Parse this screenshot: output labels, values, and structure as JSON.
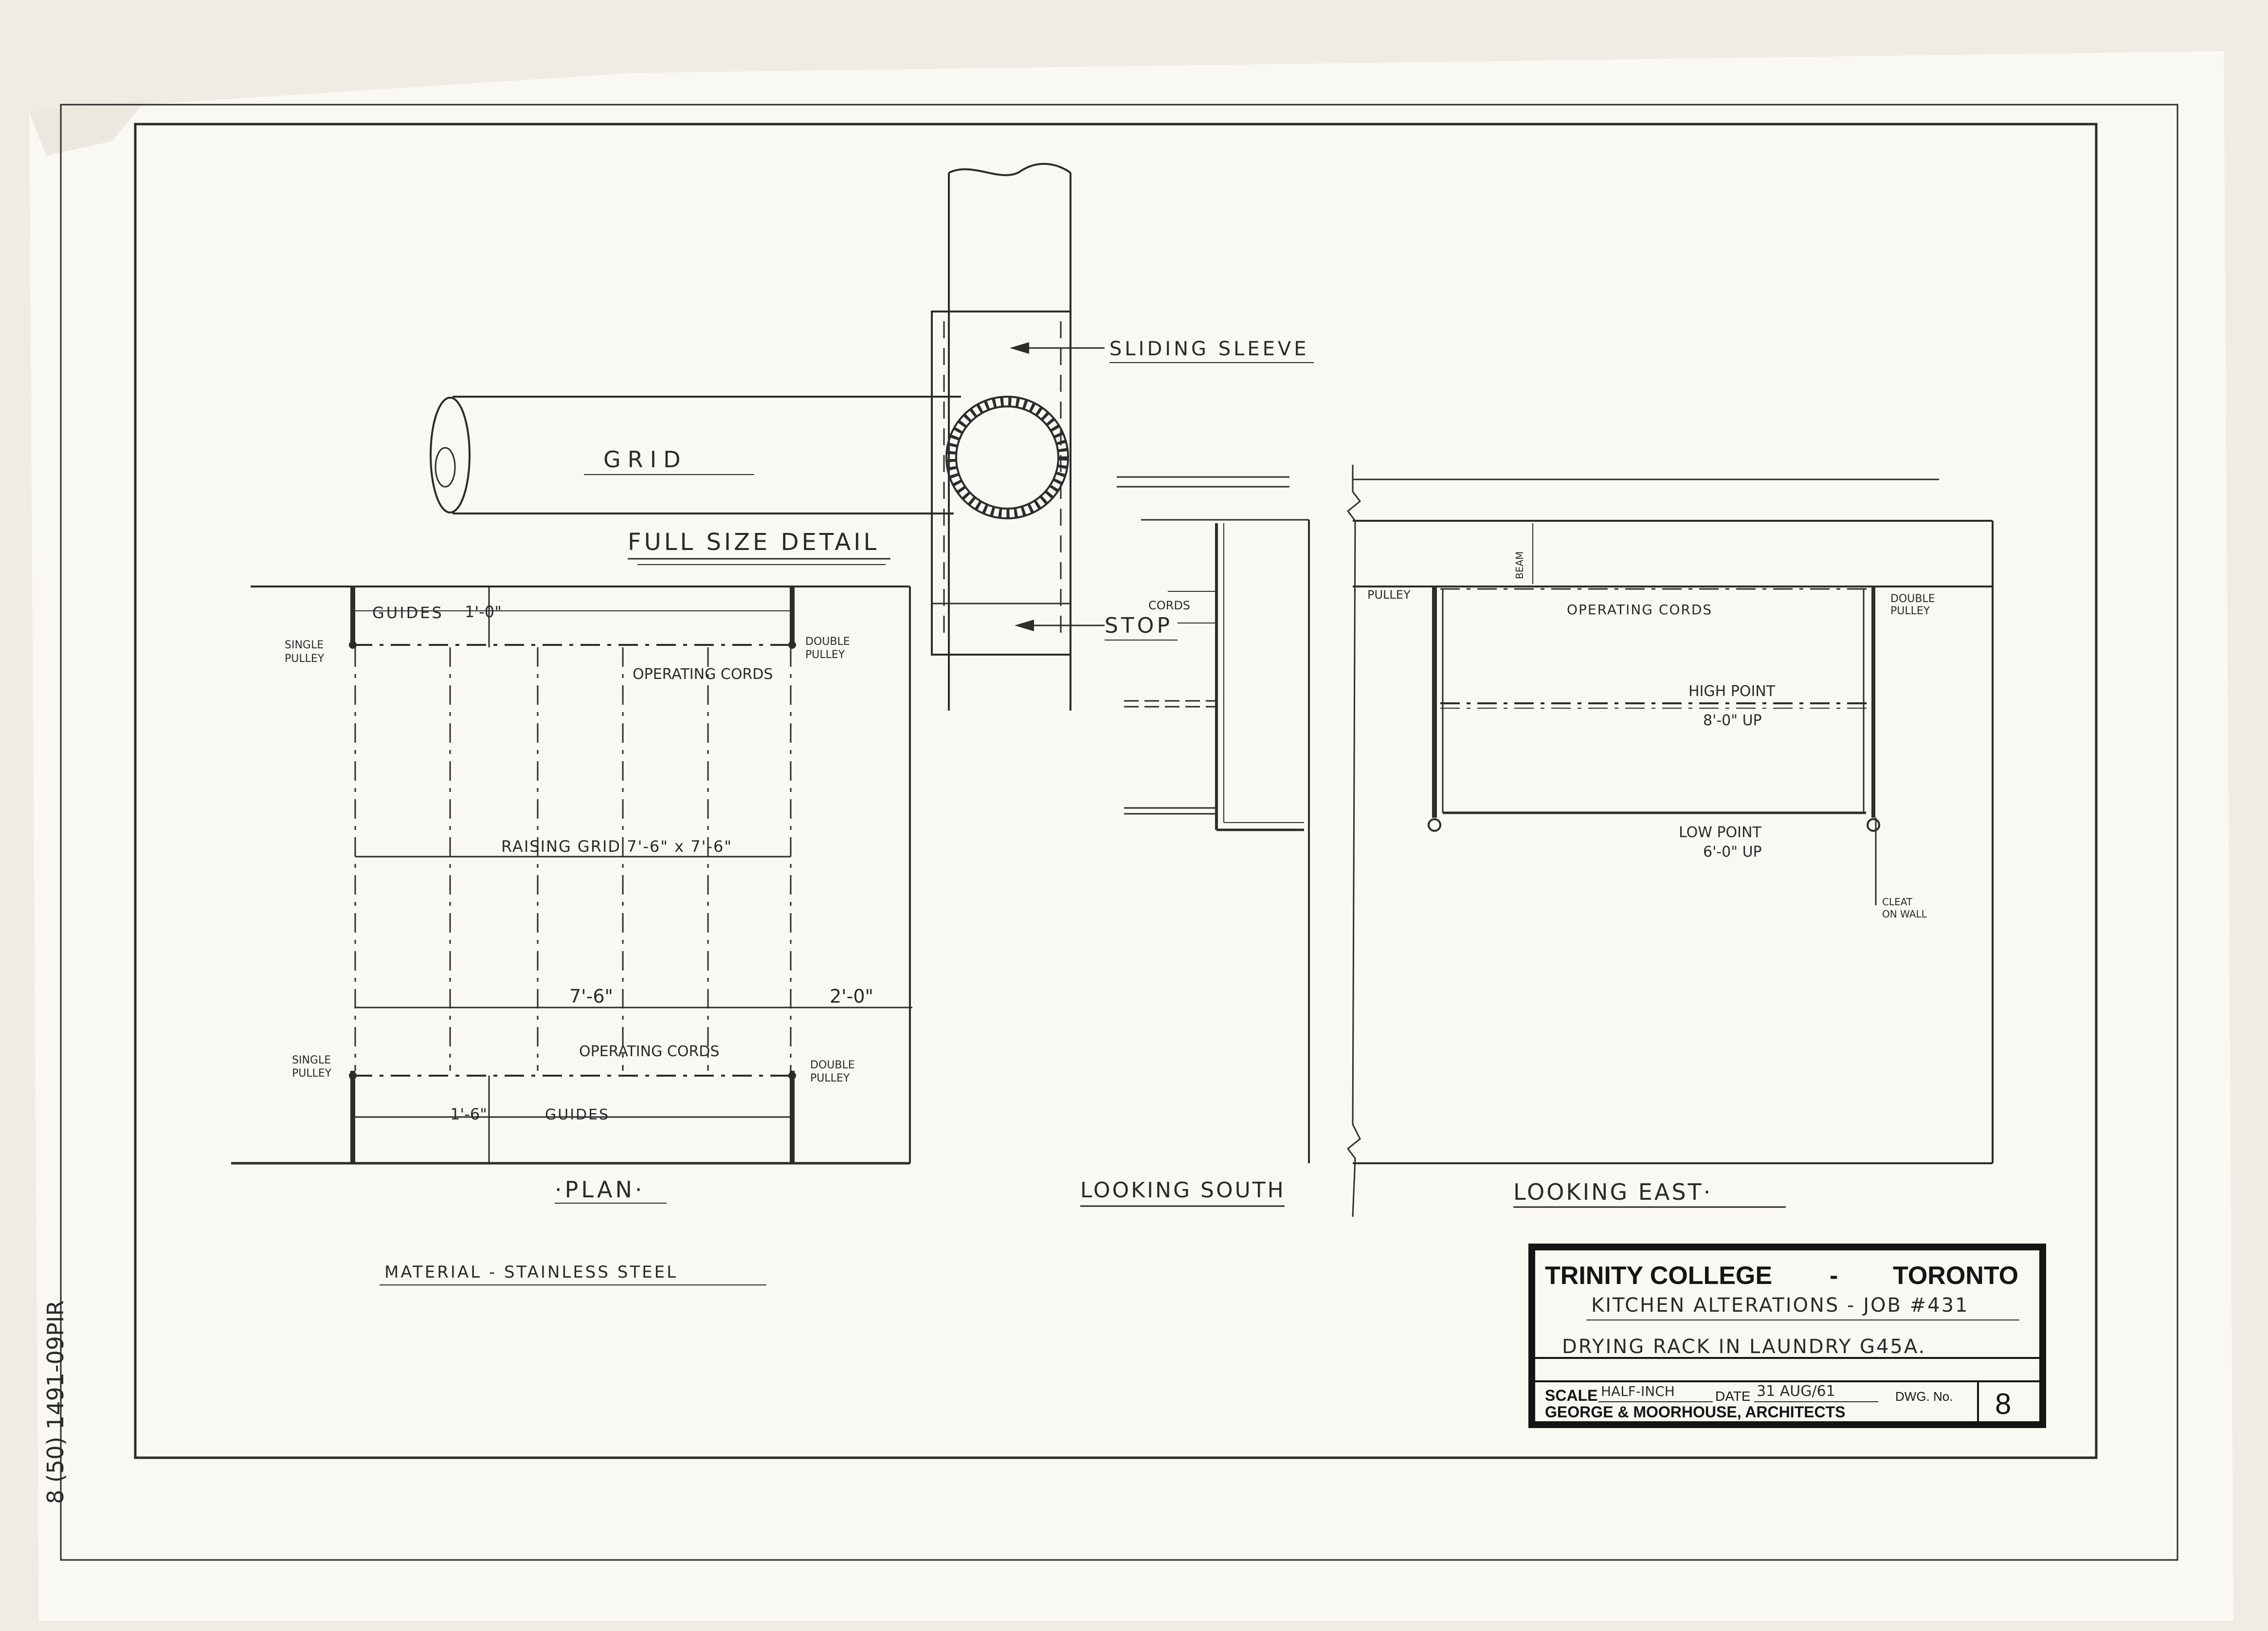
{
  "drawing": {
    "full_size_detail": {
      "title": "FULL SIZE DETAIL",
      "sliding_sleeve": "SLIDING SLEEVE",
      "grid": "GRID",
      "stop": "STOP"
    },
    "plan": {
      "title": "·PLAN·",
      "guides_top": "GUIDES",
      "dim_top": "1'-0\"",
      "single_pulley_top": [
        "SINGLE",
        "PULLEY"
      ],
      "double_pulley_top": [
        "DOUBLE",
        "PULLEY"
      ],
      "operating_cords_top": "OPERATING CORDS",
      "raising_grid": "RAISING GRID 7'-6\" x 7'-6\"",
      "dim_width": "7'-6\"",
      "dim_side": "2'-0\"",
      "operating_cords_bottom": "OPERATING CORDS",
      "single_pulley_bottom": [
        "SINGLE",
        "PULLEY"
      ],
      "double_pulley_bottom": [
        "DOUBLE",
        "PULLEY"
      ],
      "guides_bottom": "GUIDES",
      "dim_bottom": "1'-6\""
    },
    "material_note": "MATERIAL - STAINLESS STEEL",
    "looking_south": {
      "title": "LOOKING SOUTH",
      "cords": "CORDS"
    },
    "looking_east": {
      "title": "LOOKING EAST·",
      "beam": "BEAM",
      "pulley": "PULLEY",
      "operating_cords": "OPERATING CORDS",
      "double_pulley": [
        "DOUBLE",
        "PULLEY"
      ],
      "high_point": "HIGH POINT",
      "high_point_value": "8'-0\" UP",
      "low_point": "LOW POINT",
      "low_point_value": "6'-0\" UP",
      "cleat": [
        "CLEAT",
        "ON WALL"
      ]
    },
    "margin_note": "8 (50) 1491-09PIR"
  },
  "title_block": {
    "institution": "TRINITY COLLEGE",
    "separator": "-",
    "city": "TORONTO",
    "project": "KITCHEN ALTERATIONS - JOB #431",
    "subject": "DRYING RACK IN LAUNDRY G45A.",
    "scale_label": "SCALE",
    "scale_value": "HALF-INCH",
    "date_label": "DATE",
    "date_value": "31 AUG/61",
    "dwg_label": "DWG. No.",
    "architects": "GEORGE & MOORHOUSE, ARCHITECTS",
    "dwg_number": "8"
  }
}
